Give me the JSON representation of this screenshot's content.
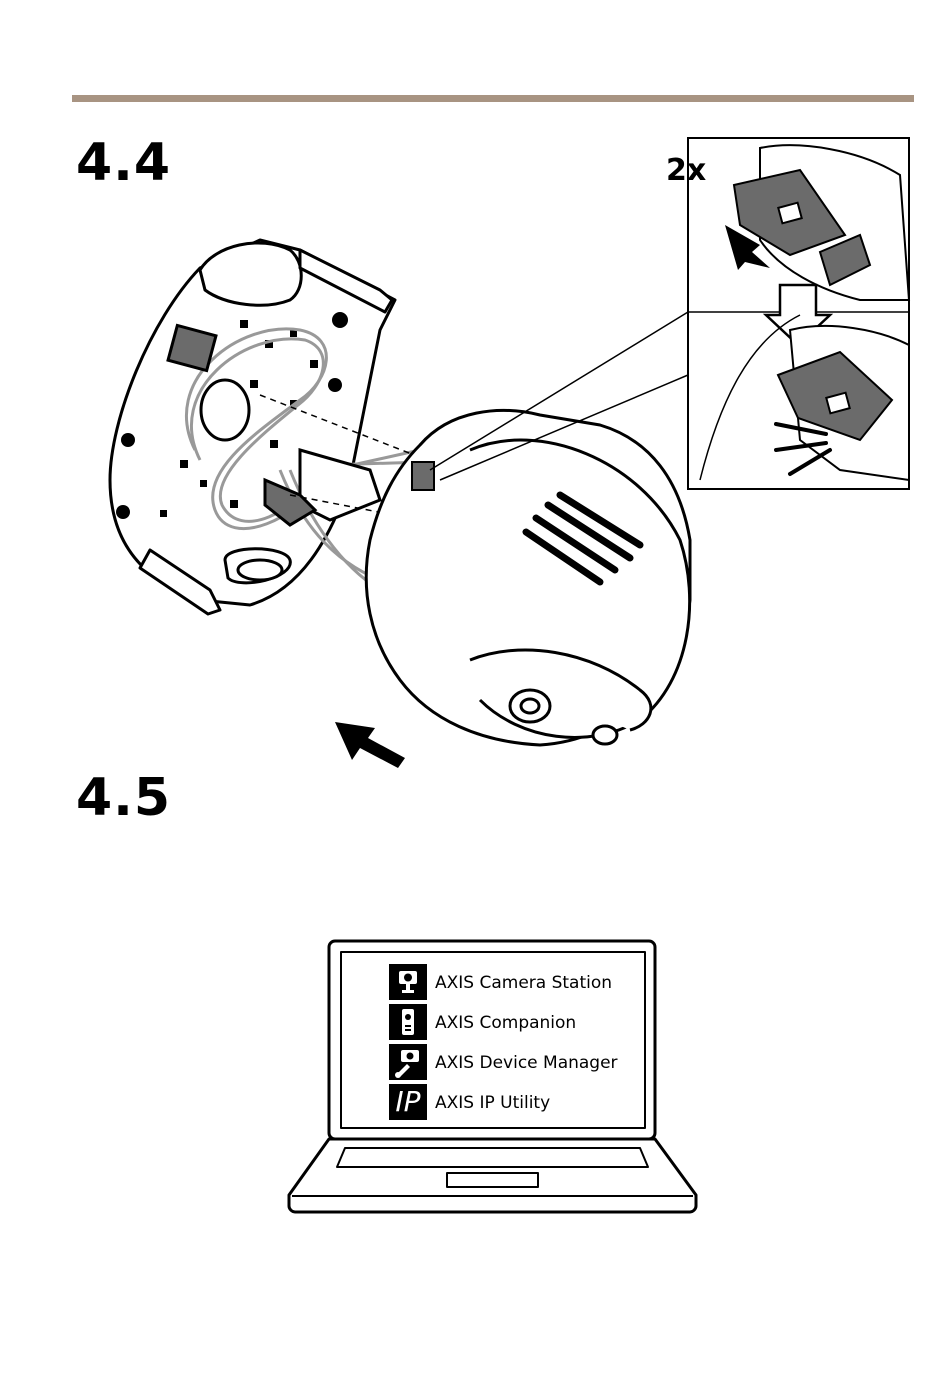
{
  "steps": {
    "mount": "4.4",
    "software": "4.5"
  },
  "detail": {
    "multiplier": "2x"
  },
  "software": {
    "items": [
      {
        "label": "AXIS Camera Station",
        "icon": "camera-station-icon"
      },
      {
        "label": "AXIS Companion",
        "icon": "companion-icon"
      },
      {
        "label": "AXIS Device Manager",
        "icon": "device-manager-icon"
      },
      {
        "label": "AXIS IP Utility",
        "icon": "ip-utility-icon",
        "icon_text": "IP"
      }
    ]
  },
  "colors": {
    "rule": "#a89482",
    "clip": "#6b6b6b"
  }
}
